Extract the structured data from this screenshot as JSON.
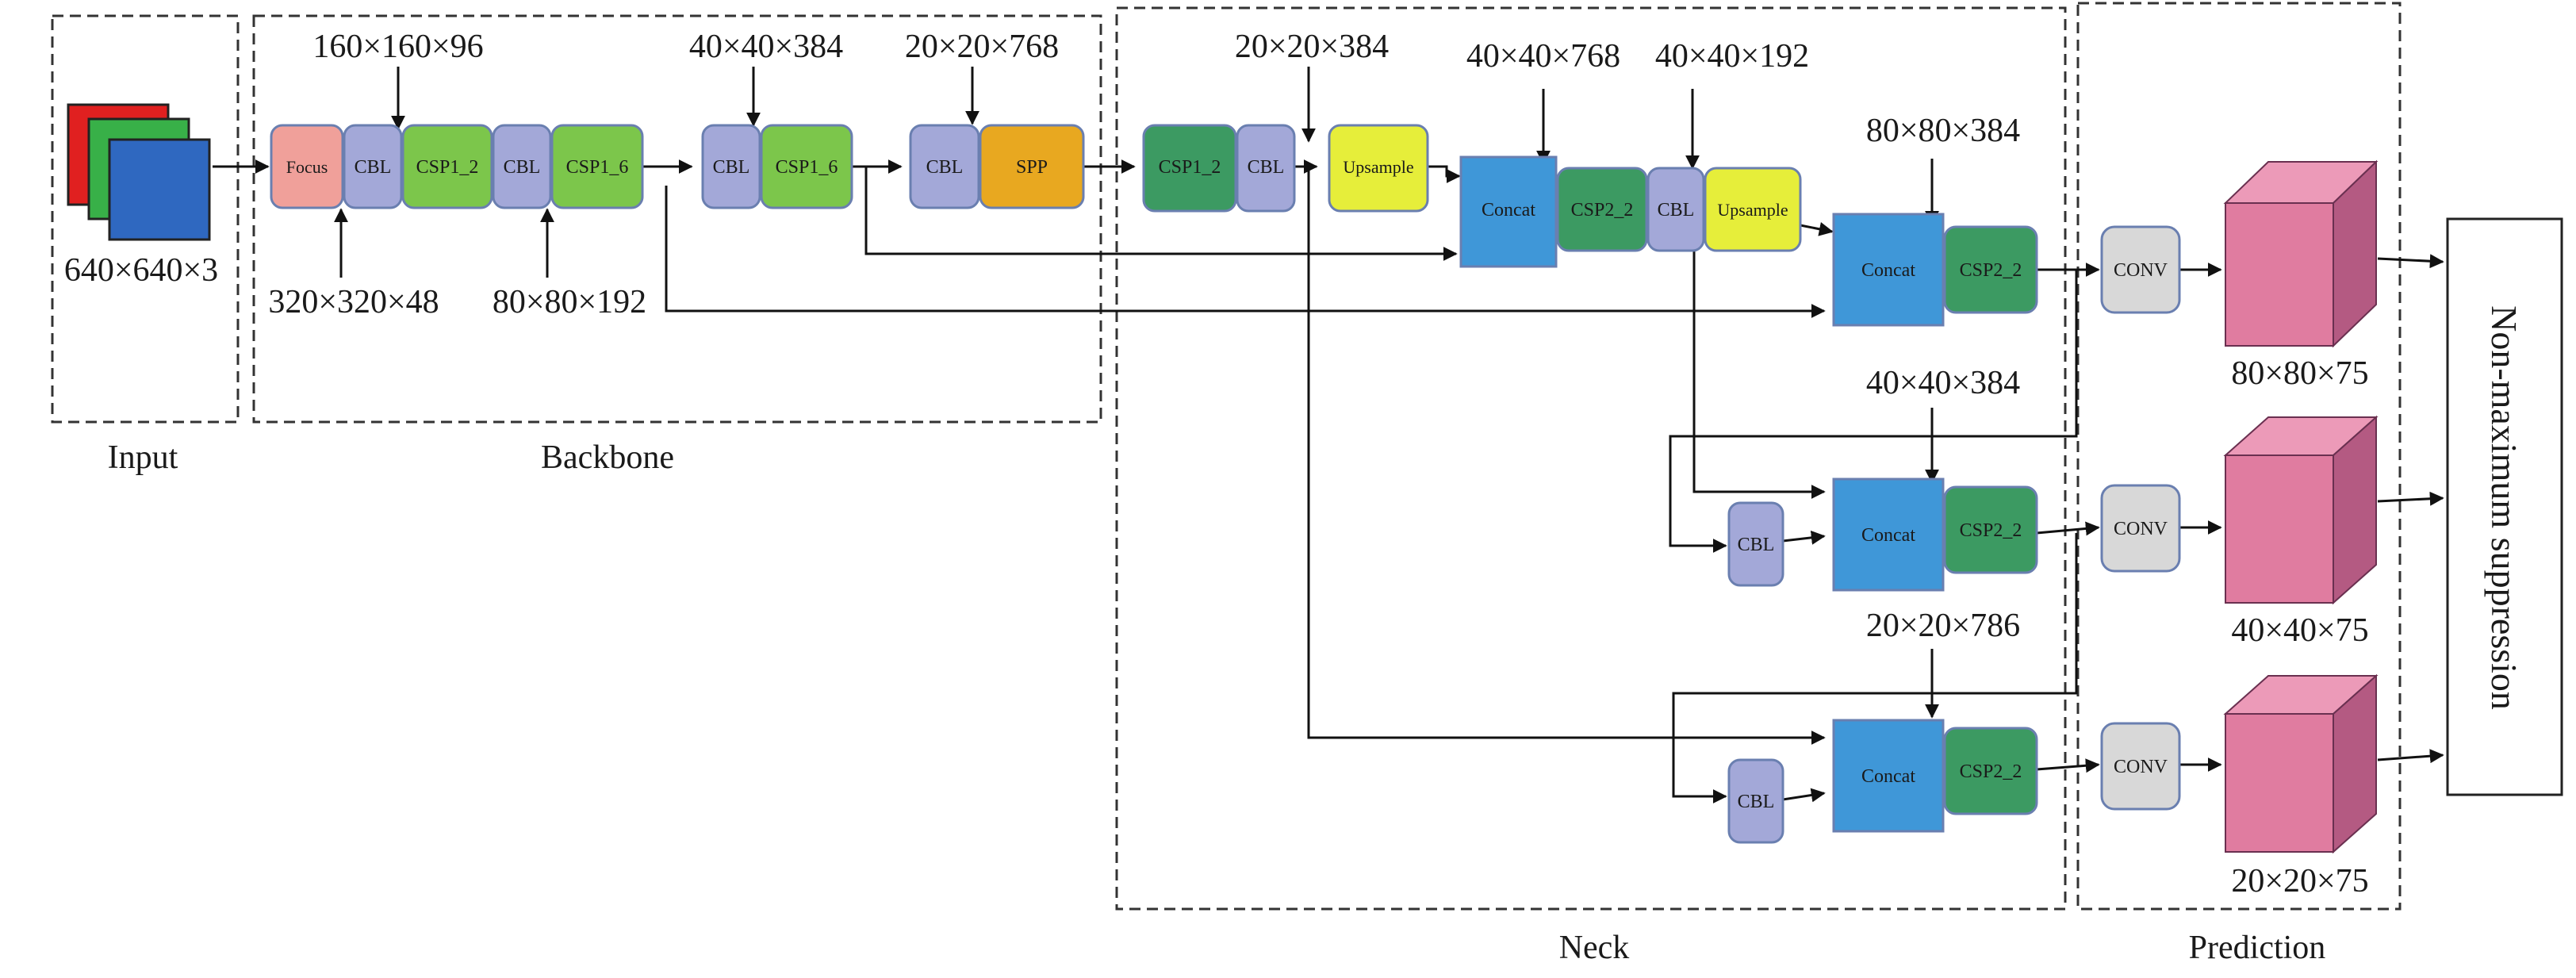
{
  "sections": {
    "input": "Input",
    "backbone": "Backbone",
    "neck": "Neck",
    "prediction": "Prediction"
  },
  "blocks": {
    "focus": "Focus",
    "cbl": "CBL",
    "csp1_2": "CSP1_2",
    "csp1_6": "CSP1_6",
    "spp": "SPP",
    "upsample": "Upsample",
    "concat": "Concat",
    "csp2_2": "CSP2_2",
    "conv": "CONV",
    "nms": "Non-maximum suppression"
  },
  "dims": {
    "input": "640×640×3",
    "focus_out": "320×320×48",
    "cbl1_out": "160×160×96",
    "csp1_6a_out": "80×80×192",
    "csp1_6b_out": "40×40×384",
    "cbl3_out": "20×20×768",
    "neck_cbl_out": "20×20×384",
    "concat1_out": "40×40×768",
    "neck_cbl2_out": "40×40×192",
    "concat2_in": "80×80×384",
    "concat3_in": "40×40×384",
    "concat4_in": "20×20×786",
    "pred1": "80×80×75",
    "pred2": "40×40×75",
    "pred3": "20×20×75"
  },
  "colors": {
    "focus": "#f0a09a",
    "cbl": "#a3a8d8",
    "csp1": "#7cc64b",
    "spp": "#e8a820",
    "csp1_neck": "#3c9a62",
    "upsample": "#e6ee3a",
    "concat": "#3f97d8",
    "csp2": "#3c9a62",
    "conv": "#d8d8d8",
    "cube": "#e07ca0",
    "input_red": "#e02020",
    "input_green": "#38b048",
    "input_blue": "#2f68c0"
  }
}
